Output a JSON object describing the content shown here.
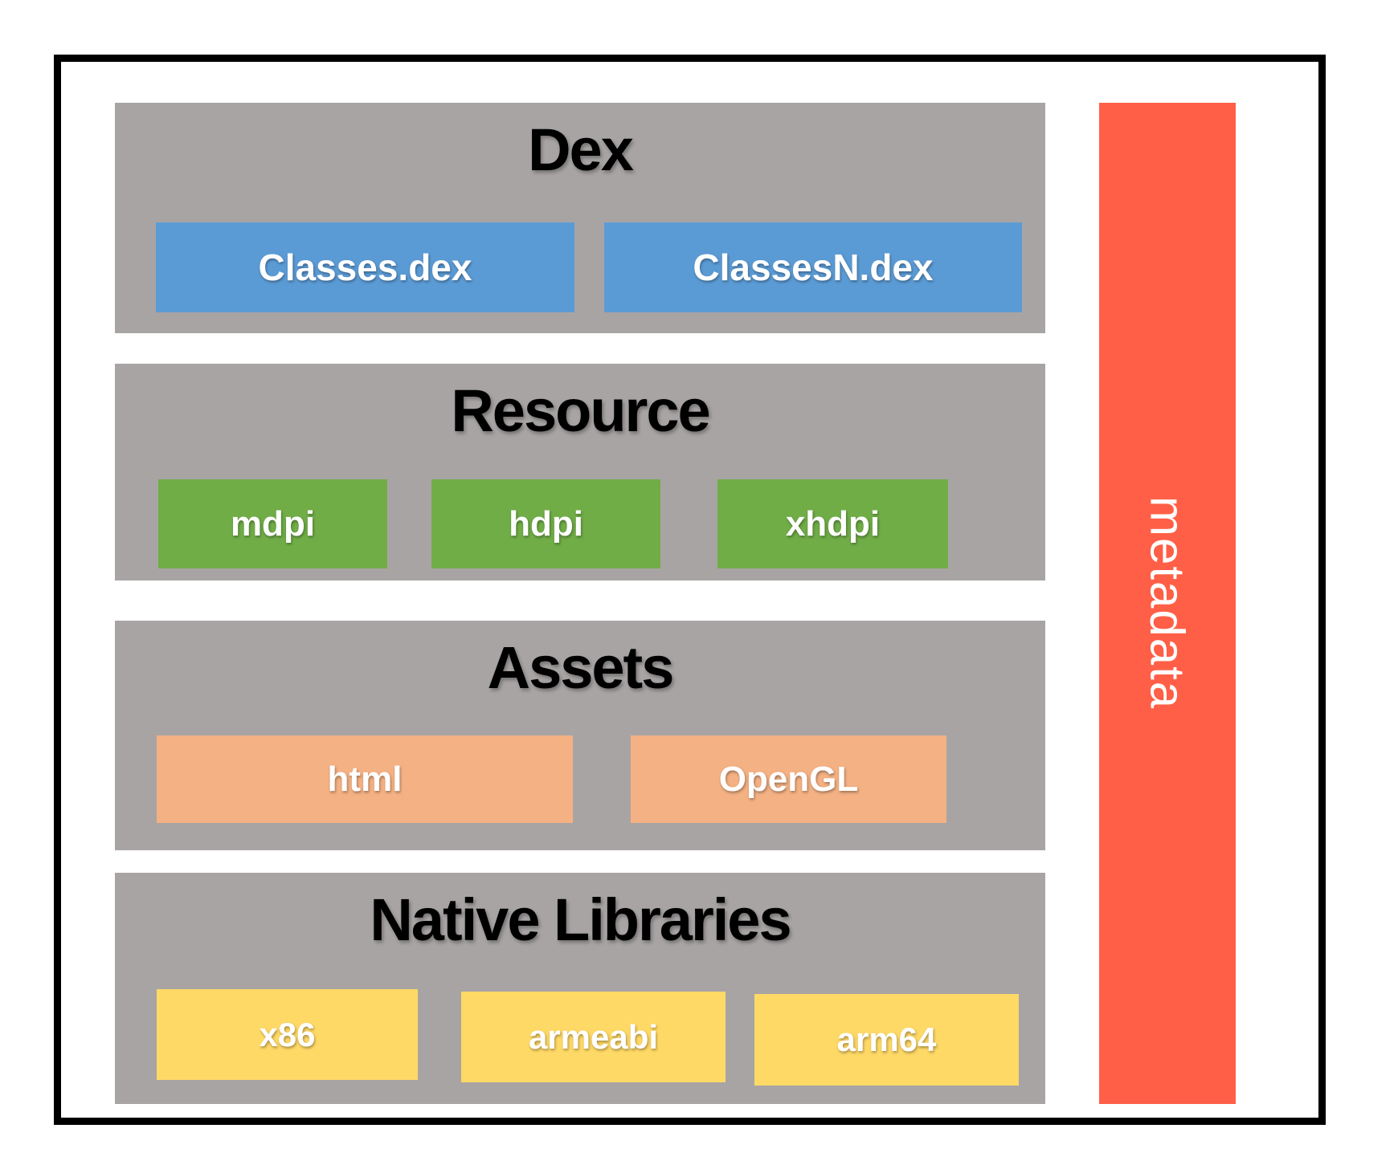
{
  "sections": [
    {
      "title": "Dex",
      "boxes": [
        "Classes.dex",
        "ClassesN.dex"
      ]
    },
    {
      "title": "Resource",
      "boxes": [
        "mdpi",
        "hdpi",
        "xhdpi"
      ]
    },
    {
      "title": "Assets",
      "boxes": [
        "html",
        "OpenGL"
      ]
    },
    {
      "title": "Native Libraries",
      "boxes": [
        "x86",
        "armeabi",
        "arm64"
      ]
    }
  ],
  "metadata_bar": {
    "label": "metadata"
  },
  "colors": {
    "section_background": "#a8a4a4",
    "dex_box": "#5b9bd5",
    "resource_box": "#70ad47",
    "assets_box": "#f4b183",
    "native_box": "#ffd966",
    "metadata_bar": "#ff5f47",
    "outline": "#000000",
    "title_text": "#000000",
    "box_text": "#ffffff"
  }
}
